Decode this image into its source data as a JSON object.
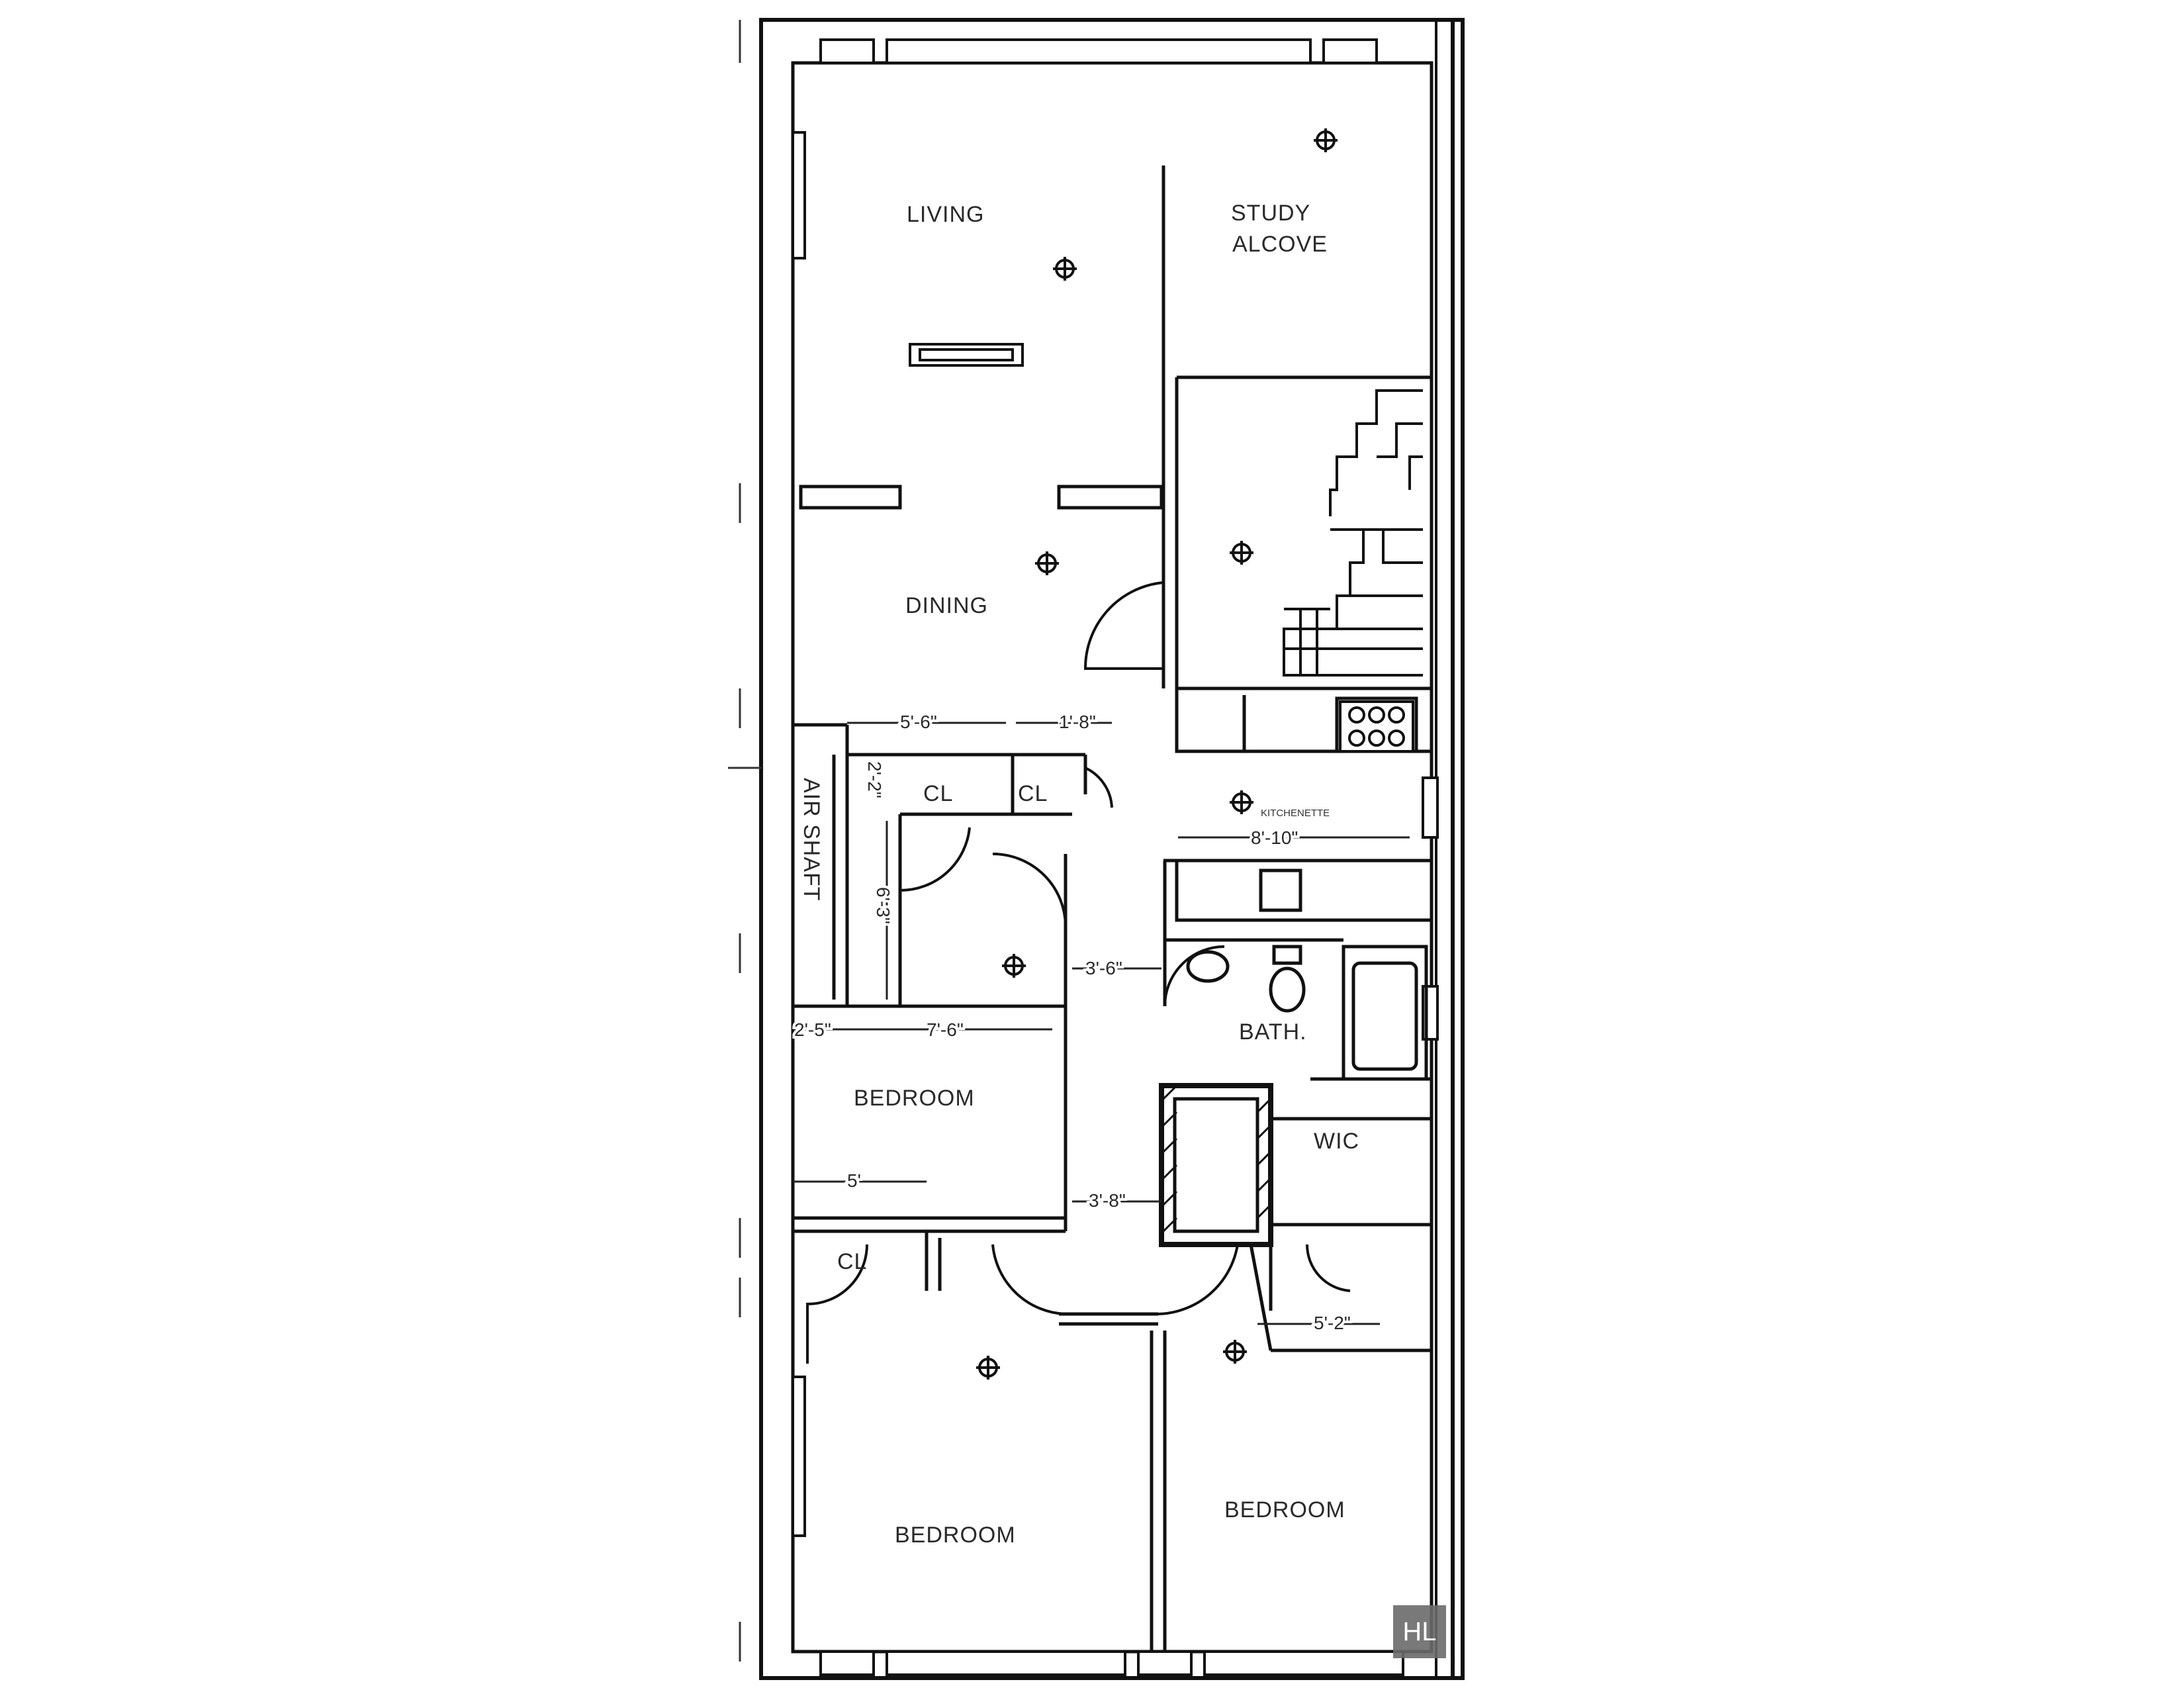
{
  "rooms": {
    "living": "LIVING",
    "study_line1": "STUDY",
    "study_line2": "ALCOVE",
    "dining": "DINING",
    "air_shaft": "AIR SHAFT",
    "closet_1": "CL",
    "closet_2": "CL",
    "closet_3": "CL",
    "bedroom_1": "BEDROOM",
    "bedroom_2": "BEDROOM",
    "bedroom_3": "BEDROOM",
    "bath": "BATH.",
    "wic": "WIC",
    "kitchenette": "KITCHENETTE"
  },
  "dimensions": {
    "closet_width_a": "5'-6\"",
    "closet_width_b": "1'-8\"",
    "kitchenette_width": "8'-10\"",
    "hall_width_a": "3'-6\"",
    "hall_width_b": "3'-8\"",
    "bedroom_dim_a": "2'-5\"",
    "bedroom_dim_b": "7'-6\"",
    "bedroom_dim_c": "5'",
    "wic_width": "5'-2\"",
    "shaft_dim": "6'-3\"",
    "closet_depth": "2'-2\""
  },
  "watermark": "HL"
}
